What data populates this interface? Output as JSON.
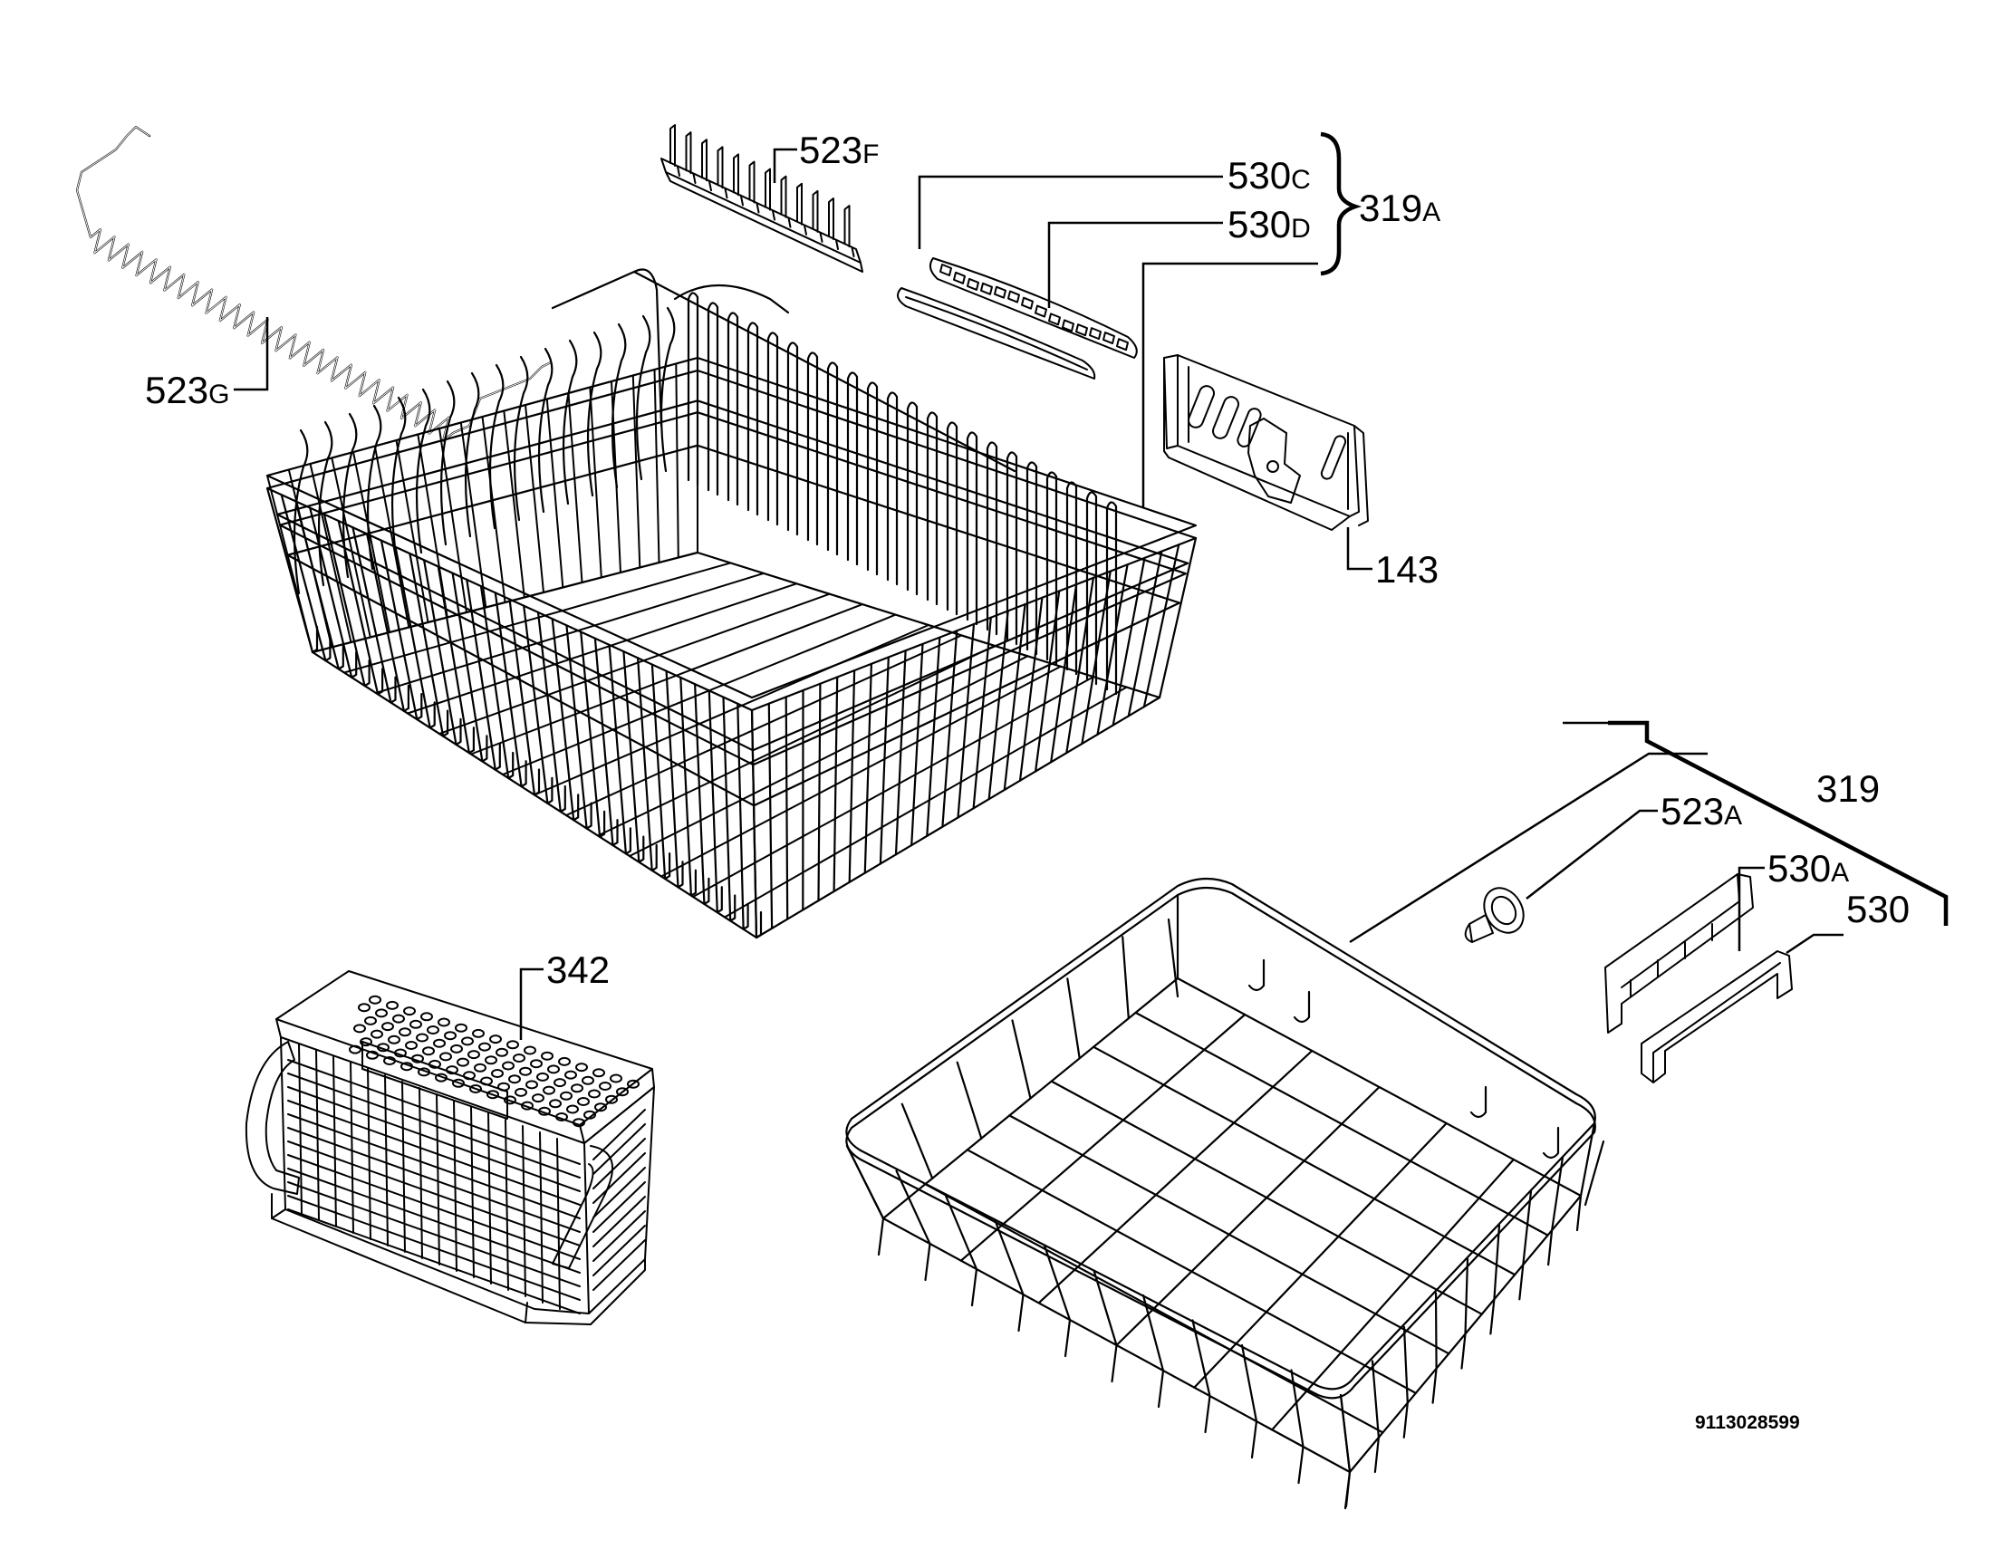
{
  "colors": {
    "ink": "#000000",
    "paper": "#ffffff"
  },
  "drawing_code": "9113028599",
  "callouts": {
    "p523f": {
      "num": "523",
      "suffix": "F"
    },
    "p530c": {
      "num": "530",
      "suffix": "C"
    },
    "p530d": {
      "num": "530",
      "suffix": "D"
    },
    "p319a": {
      "num": "319",
      "suffix": "A"
    },
    "p523g": {
      "num": "523",
      "suffix": "G"
    },
    "p143": {
      "num": "143",
      "suffix": ""
    },
    "p342": {
      "num": "342",
      "suffix": ""
    },
    "p319": {
      "num": "319",
      "suffix": ""
    },
    "p523a": {
      "num": "523",
      "suffix": "A"
    },
    "p530a": {
      "num": "530",
      "suffix": "A"
    },
    "p530": {
      "num": "530",
      "suffix": ""
    }
  }
}
